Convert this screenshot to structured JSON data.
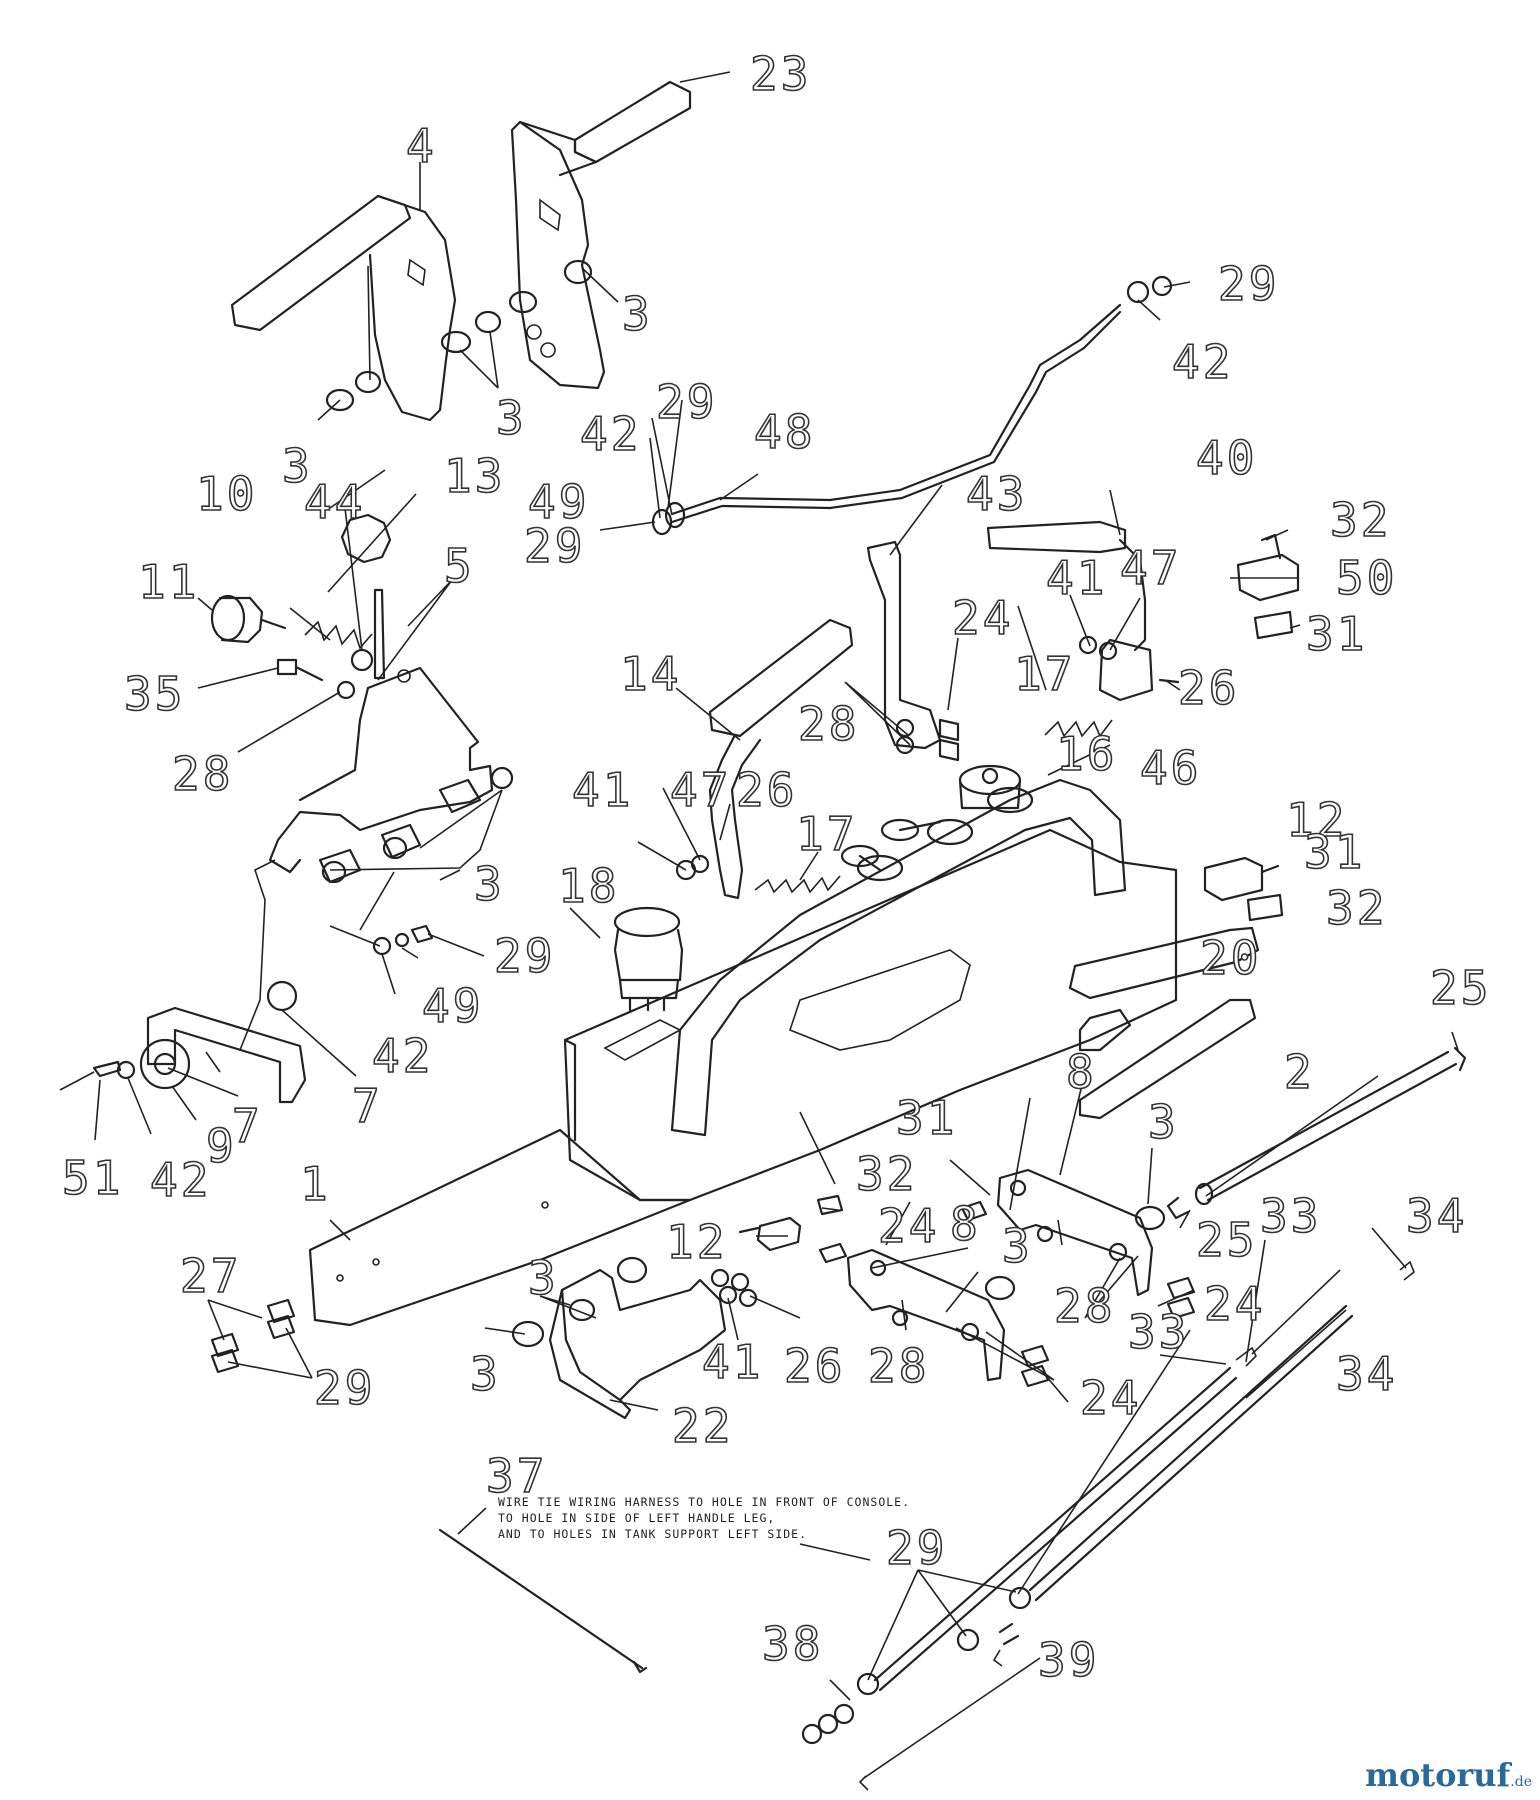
{
  "callouts": [
    "1",
    "2",
    "3",
    "4",
    "5",
    "7",
    "8",
    "9",
    "10",
    "11",
    "12",
    "13",
    "14",
    "16",
    "17",
    "18",
    "20",
    "22",
    "23",
    "24",
    "25",
    "26",
    "27",
    "28",
    "29",
    "31",
    "32",
    "33",
    "34",
    "35",
    "37",
    "38",
    "39",
    "40",
    "41",
    "42",
    "43",
    "44",
    "46",
    "47",
    "48",
    "49",
    "50",
    "51"
  ],
  "note": {
    "lines": [
      "WIRE TIE WIRING HARNESS TO HOLE IN FRONT OF CONSOLE.",
      "TO HOLE IN SIDE OF LEFT HANDLE LEG,",
      "AND TO HOLES IN TANK SUPPORT LEFT SIDE."
    ]
  },
  "watermark": {
    "text": "motoruf",
    "suffix": ".de"
  }
}
